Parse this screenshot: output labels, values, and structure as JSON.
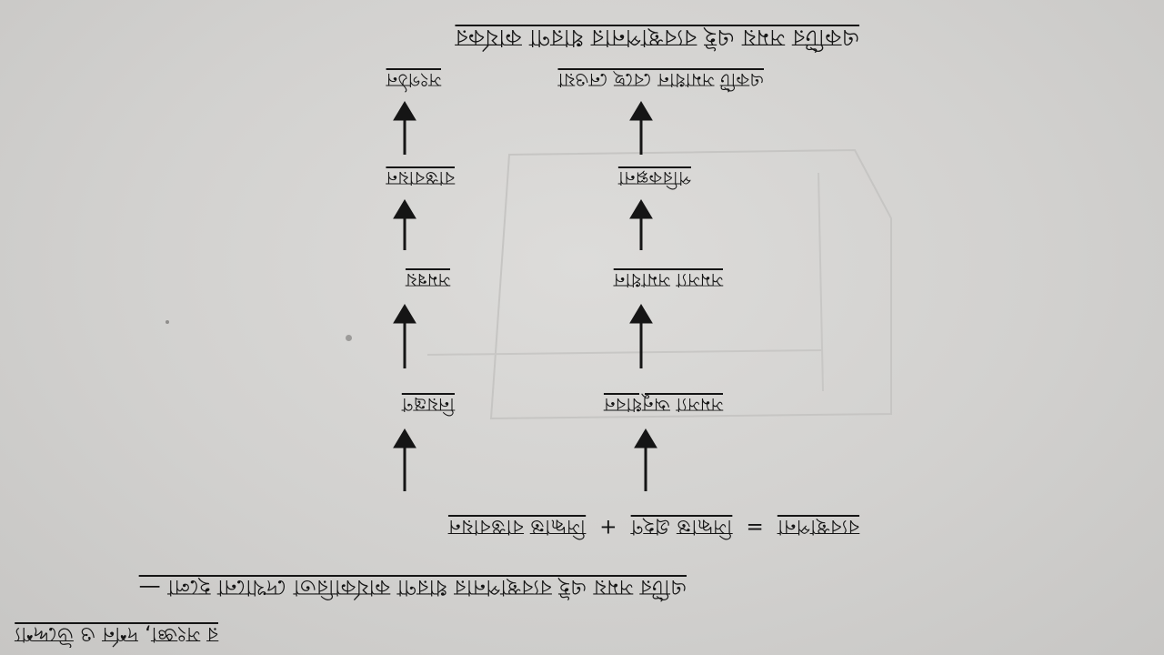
{
  "document": {
    "title": "একটির সময় এই ব্যবস্থাপনার ধারণা কার্যকর",
    "equation": {
      "lhs": "ব্যবস্থাপনা",
      "operator_eq": "=",
      "term_a": "সিদ্ধান্ত গ্রহণ",
      "operator_plus": "+",
      "term_b": "সিদ্ধান্ত বাস্তবায়ন"
    },
    "left_chain": [
      "সমস্যা অনুধাবন",
      "সমস্যা সমাধান",
      "পরিকল্পনা",
      "একটি সমাধান বেছে নেওয়া"
    ],
    "right_chain": [
      "নিয়ন্ত্রণ",
      "সমন্বয়",
      "বাস্তবায়ন",
      "সংগঠন"
    ],
    "intro_line": "এটির সময় এই ব্যবস্থাপনার ধারণা কার্যকারিতা দেখানো হলো —",
    "partial_heading": "র সংজ্ঞা, দর্শন ও উদ্দেশ্য"
  },
  "colors": {
    "paper": "#d8d7d5",
    "ink": "#151515",
    "bleed_through": "#b9b8b6"
  },
  "icons": {
    "arrow": "arrow-up-icon"
  }
}
